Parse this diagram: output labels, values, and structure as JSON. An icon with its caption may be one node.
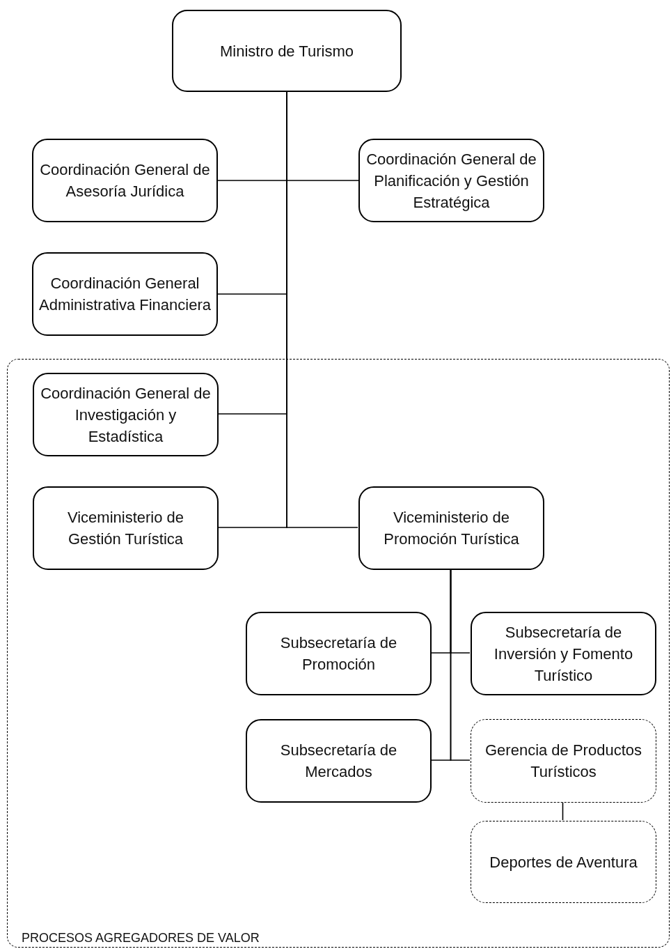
{
  "diagram": {
    "nodes": [
      {
        "text": [
          "Ministro de Turismo"
        ]
      },
      {
        "text": [
          "Coordinación General de Asesoría Jurídica"
        ]
      },
      {
        "text": [
          "Coordinación General de Planificación y Gestión Estratégica"
        ]
      },
      {
        "text": [
          "Coordinación General Administrativa Financiera"
        ]
      },
      {
        "text": [
          "PROCESOS AGREGADORES DE VALOR"
        ]
      },
      {
        "text": [
          "Coordinación General de Investigación y Estadística"
        ],
        "in": 4
      },
      {
        "text": [
          "Viceministerio de Gestión Turística"
        ],
        "in": 4
      },
      {
        "text": [
          "Viceministerio de Promoción Turística"
        ],
        "in": 4
      },
      {
        "text": [
          "Subsecretaría de Promoción"
        ],
        "in": 4
      },
      {
        "text": [
          "Subsecretaría de Inversión y Fomento Turístico"
        ],
        "in": 4
      },
      {
        "text": [
          "Subsecretaría de Mercados"
        ],
        "in": 4
      },
      {
        "text": [
          "Gerencia de Productos Turísticos"
        ],
        "in": 4
      },
      {
        "text": [
          "Deportes de Aventura"
        ],
        "in": 4
      }
    ],
    "edges": [
      {
        "from": 0,
        "to": 1,
        "arrow": "none"
      },
      {
        "from": 0,
        "to": 2,
        "arrow": "none"
      },
      {
        "from": 0,
        "to": 3,
        "arrow": "none"
      },
      {
        "from": 0,
        "to": 5,
        "arrow": "none"
      },
      {
        "from": 0,
        "to": 6,
        "arrow": "none"
      },
      {
        "from": 0,
        "to": 7,
        "arrow": "none"
      },
      {
        "from": 7,
        "to": 8,
        "arrow": "none"
      },
      {
        "from": 7,
        "to": 9,
        "arrow": "none"
      },
      {
        "from": 7,
        "to": 10,
        "arrow": "none"
      },
      {
        "from": 7,
        "to": 11,
        "arrow": "none"
      },
      {
        "from": 11,
        "to": 12,
        "arrow": "none"
      }
    ]
  }
}
